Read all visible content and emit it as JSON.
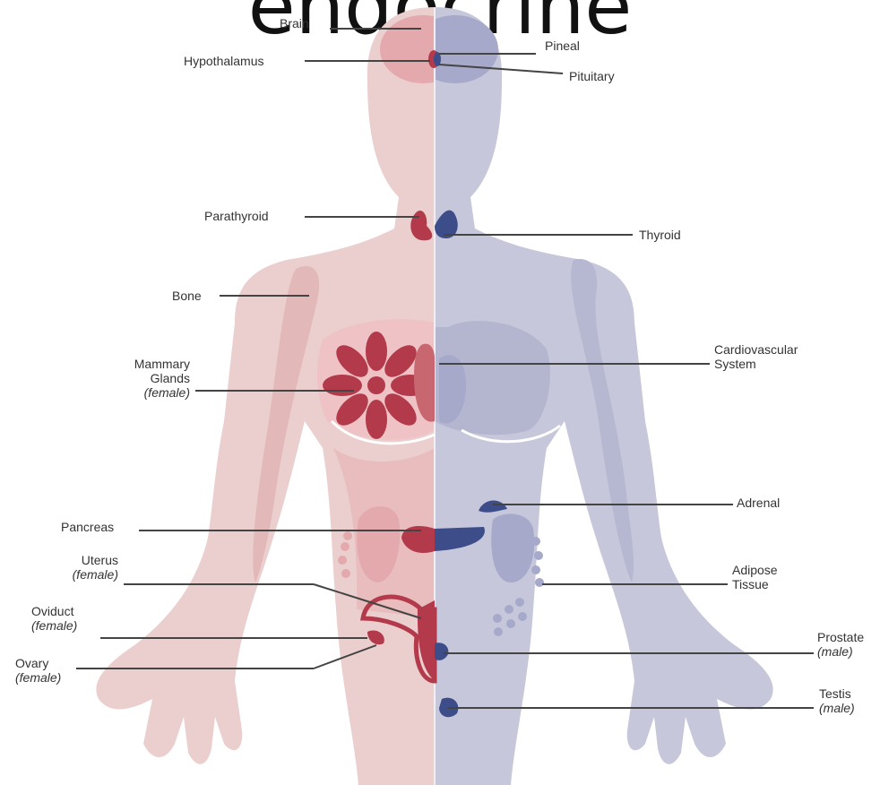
{
  "title": "endocrine",
  "labels": {
    "brain": "Brain",
    "hypothalamus": "Hypothalamus",
    "pineal": "Pineal",
    "pituitary": "Pituitary",
    "parathyroid": "Parathyroid",
    "thyroid": "Thyroid",
    "bone": "Bone",
    "mammary_1": "Mammary",
    "mammary_2": "Glands",
    "mammary_3": "(female)",
    "cardio_1": "Cardiovascular",
    "cardio_2": "System",
    "pancreas": "Pancreas",
    "adrenal": "Adrenal",
    "uterus_1": "Uterus",
    "uterus_2": "(female)",
    "adipose_1": "Adipose",
    "adipose_2": "Tissue",
    "oviduct_1": "Oviduct",
    "oviduct_2": "(female)",
    "ovary_1": "Ovary",
    "ovary_2": "(female)",
    "prostate_1": "Prostate",
    "prostate_2": "(male)",
    "testis_1": "Testis",
    "testis_2": "(male)"
  },
  "colors": {
    "female_body": "#ebcfcf",
    "male_body": "#c7c7dc",
    "female_organ": "#b23a4a",
    "male_organ": "#3c4d8a",
    "female_inner": "#e3a9ad",
    "male_inner": "#a6a9c9",
    "leader_line": "#444444"
  }
}
